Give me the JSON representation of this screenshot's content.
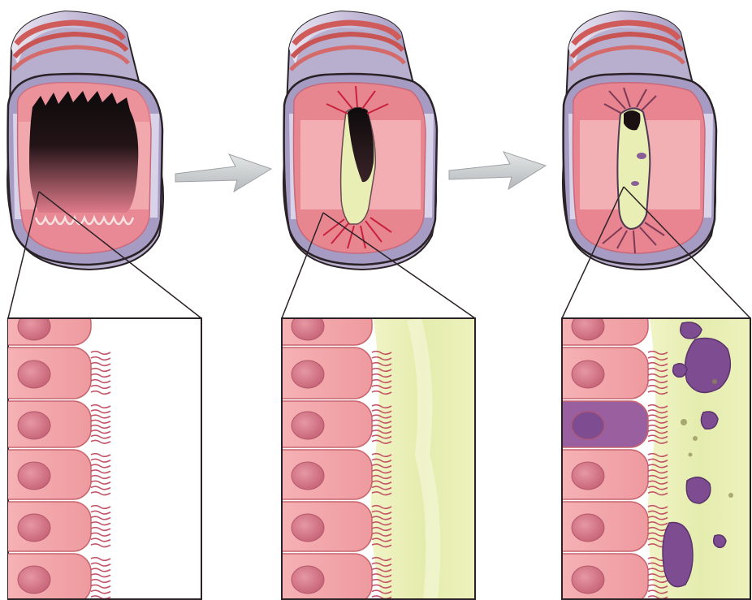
{
  "figure": {
    "stages": [
      {
        "id": "normal",
        "lumen": "open",
        "mucus": "none"
      },
      {
        "id": "narrowed",
        "lumen": "narrowed",
        "mucus": "mucus-filled"
      },
      {
        "id": "obstructed",
        "lumen": "obstructed",
        "mucus": "mucus-with-inflammatory-cells"
      }
    ],
    "colors": {
      "epithelium": "#f0a2a6",
      "epithelium_dark": "#d86b77",
      "nucleus": "#d67786",
      "cartilage": "#c9c2dc",
      "muscle": "#cf5b5b",
      "mucus": "#e9efb4",
      "inflammatory": "#7e4d91",
      "lumen": "#1b1012",
      "arrow": "#c8cbcc"
    }
  }
}
